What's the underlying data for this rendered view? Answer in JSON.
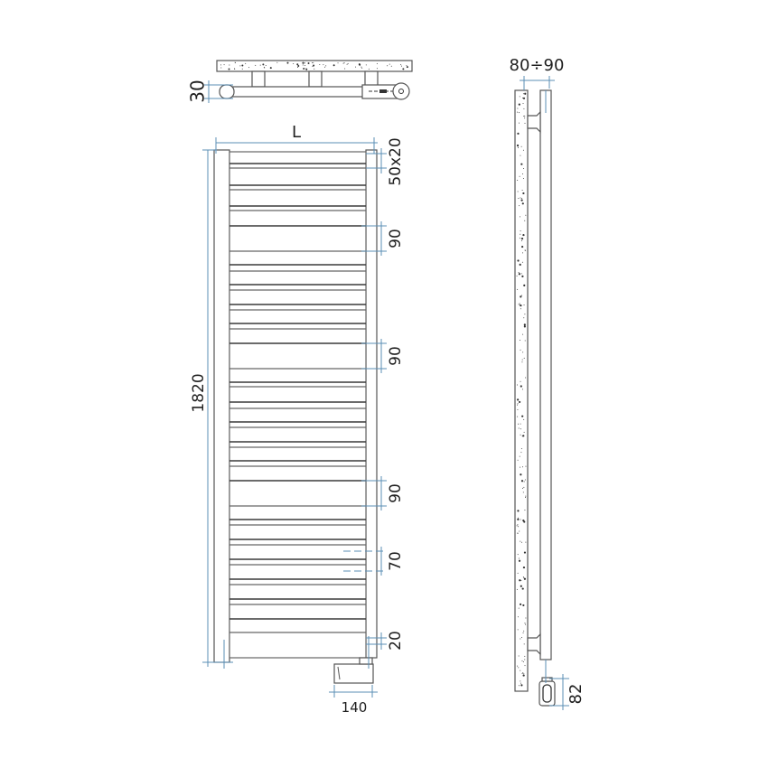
{
  "drawing": {
    "title": "Towel radiator technical drawing",
    "colors": {
      "outline": "#555555",
      "dimension": "#5b8fb5",
      "text": "#1f1f1f"
    }
  },
  "top_view": {
    "dimension_depth_label": "30"
  },
  "front_view": {
    "width_label": "L",
    "height_label": "1820",
    "bar_section_label": "50x20",
    "spacing_labels": [
      "90",
      "90",
      "90",
      "70",
      "20"
    ],
    "element_width_label": "140",
    "bar_lines_y": [
      181,
      186,
      205,
      210,
      228,
      233,
      250,
      278,
      293,
      300,
      315,
      321,
      337,
      343,
      358,
      364,
      380,
      408,
      423,
      428,
      445,
      452,
      467,
      473,
      489,
      495,
      510,
      516,
      532,
      560,
      575,
      581,
      597,
      603,
      619,
      625,
      641,
      647,
      663,
      669,
      685,
      700
    ]
  },
  "side_view": {
    "depth_range_label": "80÷90",
    "element_height_label": "82"
  }
}
